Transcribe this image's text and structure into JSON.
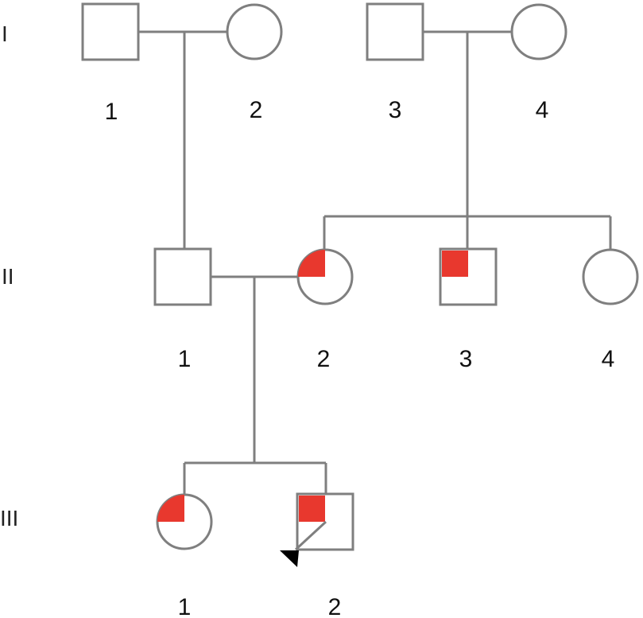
{
  "colors": {
    "line": "#7f7f7f",
    "affected_fill": "#e8382e",
    "proband_arrow": "#000000",
    "background": "#ffffff"
  },
  "generations": [
    {
      "label": "I",
      "individuals": [
        {
          "number": "1",
          "sex": "male",
          "affected_quadrant": false,
          "proband": false
        },
        {
          "number": "2",
          "sex": "female",
          "affected_quadrant": false,
          "proband": false
        },
        {
          "number": "3",
          "sex": "male",
          "affected_quadrant": false,
          "proband": false
        },
        {
          "number": "4",
          "sex": "female",
          "affected_quadrant": false,
          "proband": false
        }
      ]
    },
    {
      "label": "II",
      "individuals": [
        {
          "number": "1",
          "sex": "male",
          "affected_quadrant": false,
          "proband": false
        },
        {
          "number": "2",
          "sex": "female",
          "affected_quadrant": true,
          "proband": false
        },
        {
          "number": "3",
          "sex": "male",
          "affected_quadrant": true,
          "proband": false
        },
        {
          "number": "4",
          "sex": "female",
          "affected_quadrant": false,
          "proband": false
        }
      ]
    },
    {
      "label": "III",
      "individuals": [
        {
          "number": "1",
          "sex": "female",
          "affected_quadrant": true,
          "proband": false
        },
        {
          "number": "2",
          "sex": "male",
          "affected_quadrant": true,
          "proband": true
        }
      ]
    }
  ]
}
